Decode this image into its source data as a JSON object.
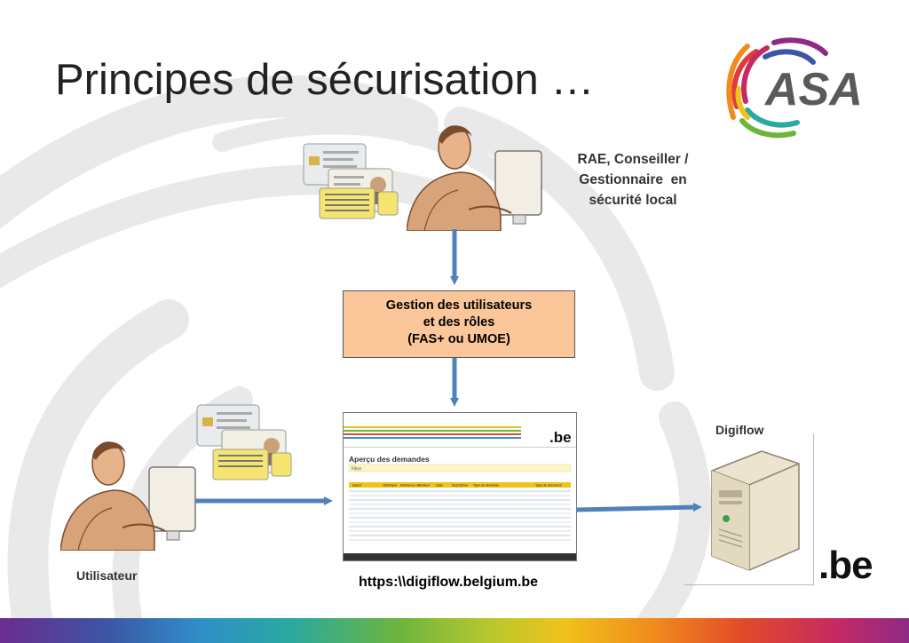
{
  "slide": {
    "title": "Principes de sécurisation …",
    "logo_text": "ASA"
  },
  "admin": {
    "label_lines": [
      "RAE, Conseiller /",
      "Gestionnaire  en",
      "sécurité local"
    ]
  },
  "gestion_box": {
    "lines": [
      "Gestion des utilisateurs",
      "et des rôles",
      "(FAS+ ou UMOE)"
    ]
  },
  "portal": {
    "brand": ".be",
    "heading": "Aperçu des demandes",
    "filter_label": "Filtre",
    "table_headers": [
      "Select",
      "Historique",
      "Référence utilisateur",
      "Date",
      "Description",
      "Type de demande",
      "Type de document"
    ]
  },
  "digiflow": {
    "label": "Digiflow",
    "brand": ".be",
    "url": "https:\\\\digiflow.belgium.be"
  },
  "user": {
    "label": "Utilisateur"
  },
  "colors": {
    "arrow": "#4f81bd",
    "gestion_fill": "#fbc79a",
    "logo_gray": "#5a5a5a"
  }
}
